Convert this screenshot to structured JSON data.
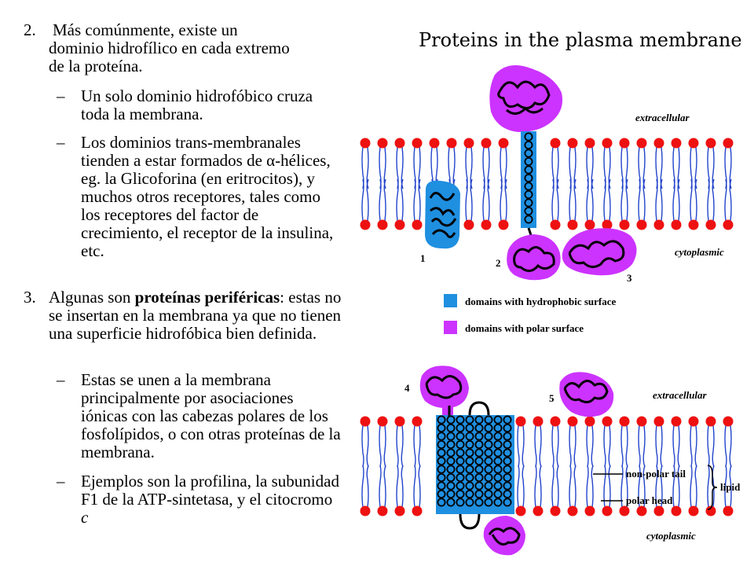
{
  "slide": {
    "p2": {
      "num": "2.",
      "line1": "Más comúnmente, existe un",
      "line2": "dominio hidrofílico en cada extremo",
      "line3": "de la proteína."
    },
    "b1": "Un solo dominio hidrofóbico cruza toda la membrana.",
    "b2_pre": "Los dominios trans-membranales tienden a estar formados de ",
    "b2_alpha": "α",
    "b2_post": "-hélices, eg. la Glicoforina (en eritrocitos), y muchos otros receptores, tales como los receptores del factor de crecimiento, el receptor de la insulina, etc.",
    "p3": {
      "num": "3.",
      "pre": "Algunas son ",
      "bold": "proteínas periféricas",
      "post": ": estas no se insertan en la membrana ya que no tienen una superficie hidrofóbica bien definida."
    },
    "b3": "Estas se unen a la membrana principalmente por asociaciones iónicas con las cabezas polares de los fosfolípidos, o con otras proteínas de la membrana.",
    "b4_pre": "Ejemplos son la profilina, la subunidad F1 de la ATP-sintetasa, y el citocromo ",
    "b4_c": "c",
    "dash": "–"
  },
  "figure": {
    "title": "Proteins in the plasma membrane",
    "extracellular": "extracellular",
    "cytoplasmic": "cytoplasmic",
    "labels": [
      "1",
      "2",
      "3",
      "4",
      "5"
    ],
    "legend_hydrophobic": "domains with hydrophobic surface",
    "legend_polar": "domains with polar surface",
    "nonpolar_tail": "non-polar tail",
    "polar_head": "polar head",
    "lipid": "lipid",
    "colors": {
      "hydrophobic": "#1f8fe0",
      "polar": "#cc33ff",
      "head": "#ee1111",
      "tail": "#2244cc"
    }
  }
}
